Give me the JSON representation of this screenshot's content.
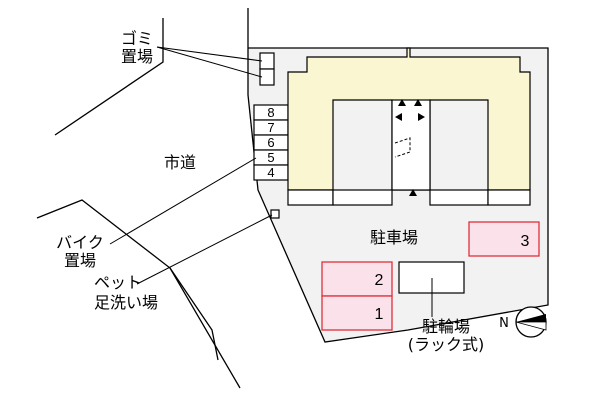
{
  "labels": {
    "garbage_line1": "ゴミ",
    "garbage_line2": "置場",
    "city_road": "市道",
    "parking_lot": "駐車場",
    "bike_line1": "バイク",
    "bike_line2": "置場",
    "pet_line1": "ペット",
    "pet_line2": "足洗い場",
    "bicycle_line1": "駐輪場",
    "bicycle_line2": "(ラック式)"
  },
  "parking_spaces": [
    "1",
    "2",
    "3"
  ],
  "bike_slots": [
    "8",
    "7",
    "6",
    "5",
    "4"
  ],
  "compass": "N",
  "colors": {
    "site": "#f2f2f2",
    "building": "#fbf6d2",
    "parking_fill": "#fbe1ea",
    "parking_border": "#e0303a",
    "line": "#000000"
  }
}
